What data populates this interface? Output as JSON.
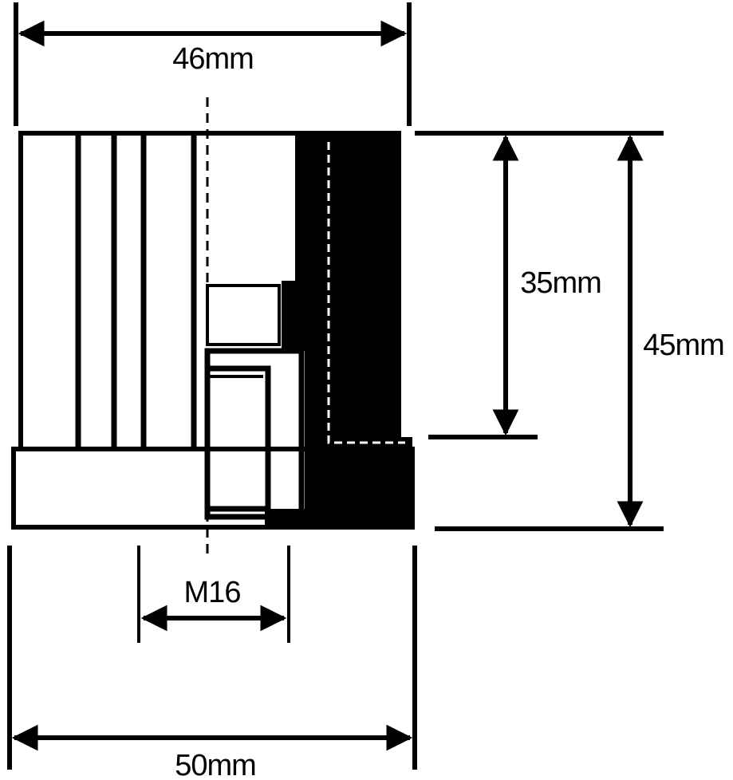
{
  "dimensions": {
    "top_width": "46mm",
    "bottom_width": "50mm",
    "inner_height": "35mm",
    "total_height": "45mm",
    "thread": "M16"
  },
  "colors": {
    "ink": "#000000",
    "paper": "#ffffff"
  },
  "icons": [
    "dimension-arrow",
    "center-line",
    "cross-section"
  ]
}
